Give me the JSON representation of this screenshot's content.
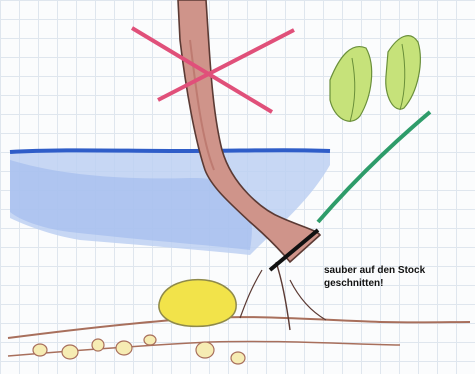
{
  "annotation": {
    "line1": "sauber auf den Stock",
    "line2": "geschnitten!"
  },
  "colors": {
    "water": "#3d6fd4",
    "trunk": "#c98f86",
    "trunk_outline": "#5b3a34",
    "cross": "#e0507a",
    "shoot_leaves": "#c6e27a",
    "shoot_stem": "#2e9c6a",
    "cut_line": "#111111",
    "stone": "#f2e34a",
    "ground": "#a86f5c"
  },
  "icons": [
    "cross-mark",
    "cut-line",
    "tree-trunk",
    "water-surface",
    "young-shoot",
    "stone",
    "ground-pebbles"
  ]
}
